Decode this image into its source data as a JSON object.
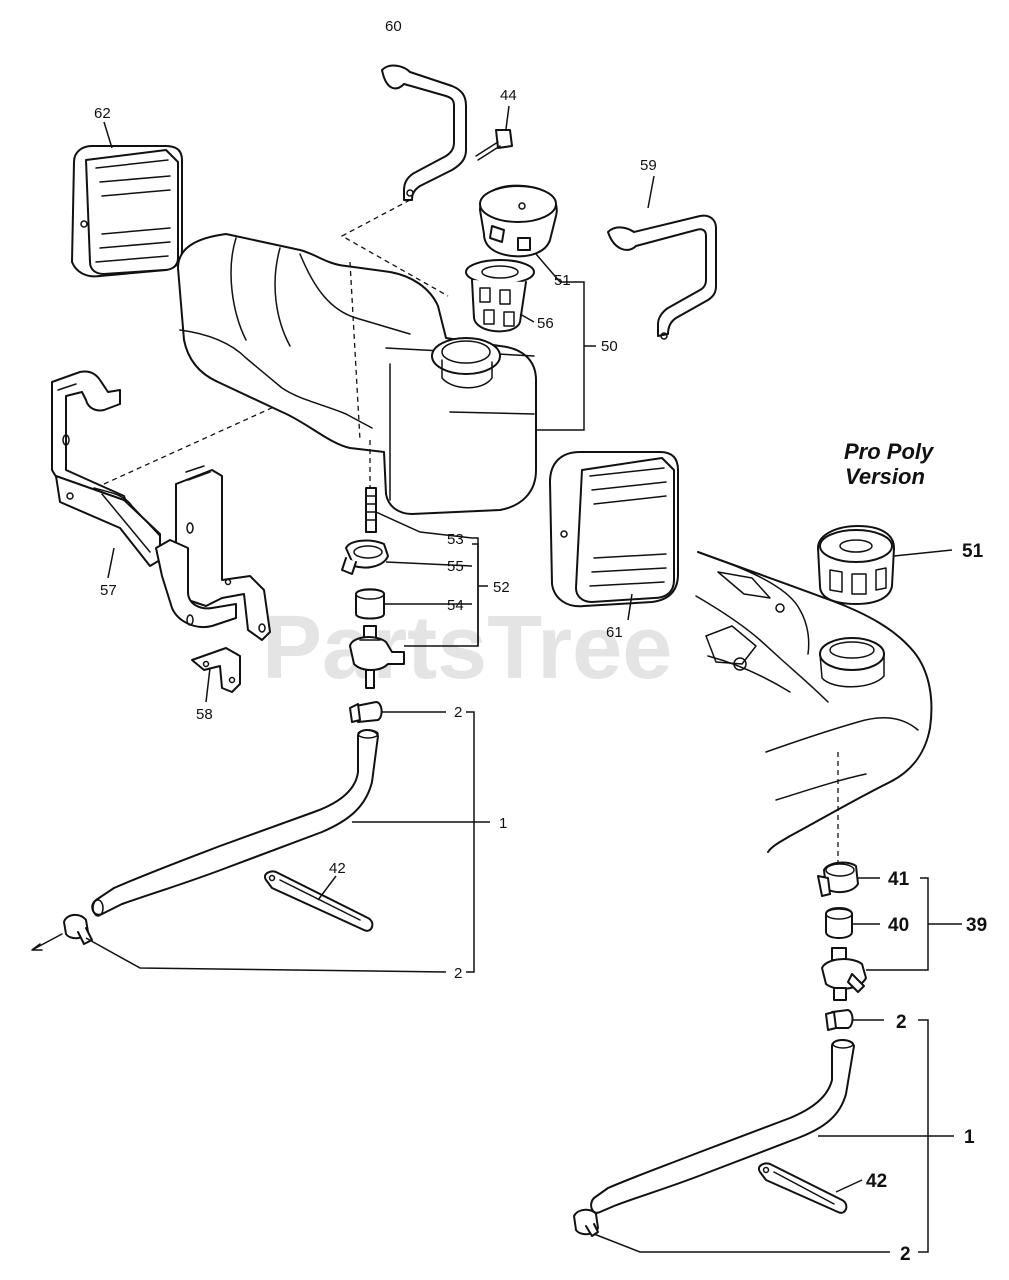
{
  "watermark": {
    "text": "PartsTree",
    "mark": "™"
  },
  "variant_label": {
    "line1": "Pro Poly",
    "line2": "Version"
  },
  "callouts": {
    "c60": "60",
    "c44": "44",
    "c62": "62",
    "c59": "59",
    "c51_main": "51",
    "c56": "56",
    "c50": "50",
    "c57": "57",
    "c58": "58",
    "c53": "53",
    "c55": "55",
    "c52": "52",
    "c54": "54",
    "c61": "61",
    "c2_main_top": "2",
    "c1_main": "1",
    "c42_main": "42",
    "c2_main_bottom": "2",
    "c51_poly": "51",
    "c41": "41",
    "c40": "40",
    "c39": "39",
    "c2_poly_top": "2",
    "c1_poly": "1",
    "c42_poly": "42",
    "c2_poly_bottom": "2"
  }
}
